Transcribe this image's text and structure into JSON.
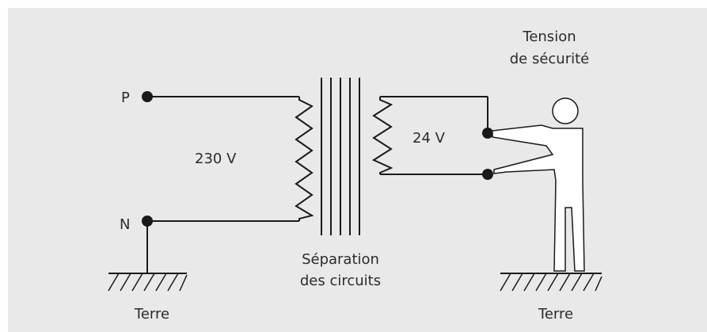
{
  "labels": {
    "p": "P",
    "n": "N",
    "primary_voltage": "230 V",
    "secondary_voltage": "24 V",
    "separation_line1": "Séparation",
    "separation_line2": "des circuits",
    "safety_line1": "Tension",
    "safety_line2": "de sécurité",
    "earth_left": "Terre",
    "earth_right": "Terre"
  }
}
